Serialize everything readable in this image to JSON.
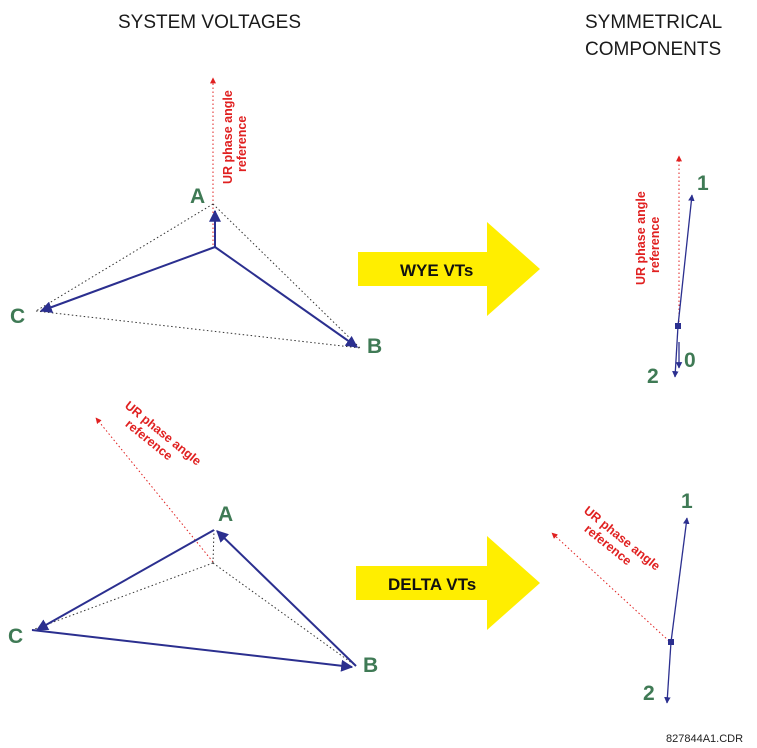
{
  "headers": {
    "system_voltages": "SYSTEM VOLTAGES",
    "symmetrical_line1": "SYMMETRICAL",
    "symmetrical_line2": "COMPONENTS"
  },
  "reference": {
    "line1": "UR phase angle",
    "line2": "reference"
  },
  "phases": {
    "a": "A",
    "b": "B",
    "c": "C"
  },
  "components": {
    "positive": "1",
    "negative": "2",
    "zero": "0"
  },
  "transforms": {
    "wye": "WYE VTs",
    "delta": "DELTA VTs"
  },
  "colors": {
    "vector": "#2b2f8f",
    "phase_label": "#3f7a55",
    "reference": "#e02020",
    "big_arrow": "#ffee00"
  },
  "figure_code": "827844A1.CDR"
}
